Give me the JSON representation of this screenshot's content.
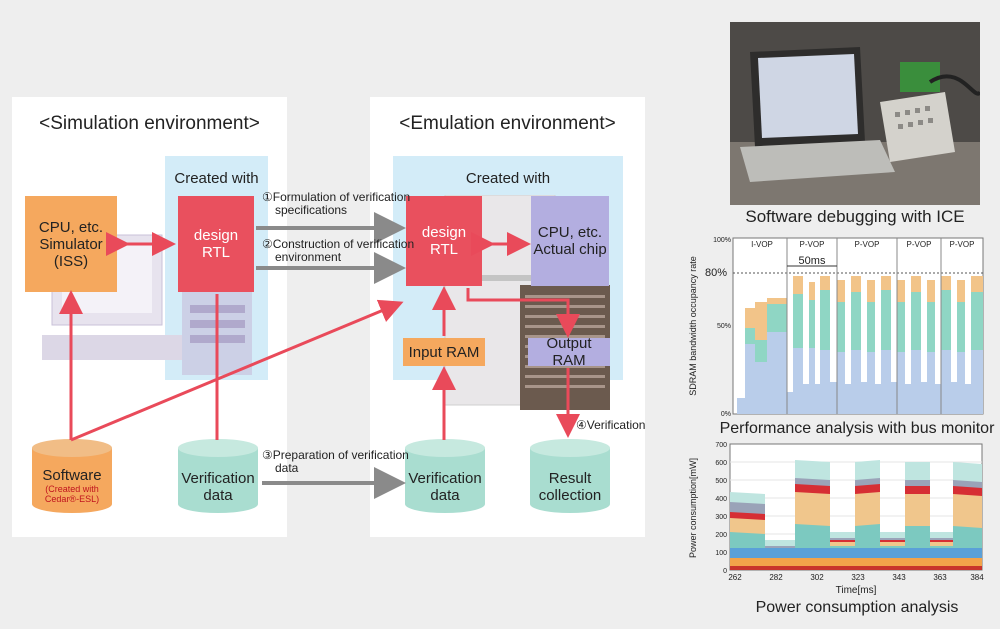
{
  "sim": {
    "title": "<Simulation environment>",
    "created_with": "Created with",
    "cpu_sim": [
      "CPU, etc.",
      "Simulator",
      "(ISS)"
    ],
    "design_rtl": [
      "design",
      "RTL"
    ],
    "software": "Software",
    "software_note": [
      "(Created with",
      "Cedar®-ESL)"
    ],
    "verification_data": [
      "Verification",
      "data"
    ]
  },
  "emu": {
    "title": "<Emulation environment>",
    "created_with": "Created with",
    "design_rtl": [
      "design",
      "RTL"
    ],
    "cpu_chip": [
      "CPU, etc.",
      "Actual chip"
    ],
    "input_ram": "Input RAM",
    "output_ram": "Output RAM",
    "verification_data": [
      "Verification",
      "data"
    ],
    "result": [
      "Result",
      "collection"
    ],
    "verification_label": "④Verification"
  },
  "steps": {
    "s1": [
      "①Formulation of verification",
      "specifications"
    ],
    "s2": [
      "②Construction of verification",
      "environment"
    ],
    "s3": [
      "③Preparation of verification",
      "data"
    ]
  },
  "photo_caption": "Software debugging with ICE",
  "bus_chart": {
    "caption": "Performance analysis with bus monitor",
    "ylabel": "SDRAM bandwidth occupancy rate",
    "yticks": [
      "100%",
      "80%",
      "50%",
      "0%"
    ],
    "segments": [
      "I-VOP",
      "P-VOP",
      "P-VOP",
      "P-VOP",
      "P-VOP"
    ],
    "annotation": "50ms",
    "level_label": "80%"
  },
  "power_chart": {
    "caption": "Power consumption analysis",
    "ylabel": "Power consumption[mW]",
    "xlabel": "Time[ms]",
    "yticks": [
      "700",
      "600",
      "500",
      "400",
      "300",
      "200",
      "100",
      "0"
    ],
    "xticks": [
      "262",
      "282",
      "302",
      "323",
      "343",
      "363",
      "384"
    ]
  },
  "colors": {
    "orange": "#f5a85e",
    "red": "#e9505e",
    "lavender": "#b3aee0",
    "teal": "#a9ddd0",
    "lightblue": "#d3ecf8",
    "arrow_red": "#e94a5a",
    "arrow_gray": "#8a8a8a"
  }
}
